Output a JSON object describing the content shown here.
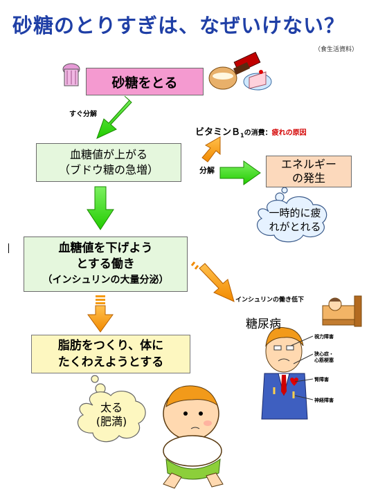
{
  "title": "砂糖のとりすぎは、なぜいけない？",
  "source": "（食生活資料）",
  "boxes": {
    "sugar": "砂糖をとる",
    "glucose_line1": "血糖値が上がる",
    "glucose_line2": "（ブドウ糖の急増）",
    "energy_line1": "エネルギー",
    "energy_line2": "の発生",
    "insulin_line1": "血糖値を下げよう",
    "insulin_line2": "とする働き",
    "insulin_line3": "（インシュリンの大量分泌）",
    "fat_line1": "脂肪をつくり、体に",
    "fat_line2": "たくわえようとする"
  },
  "labels": {
    "quick_decompose": "すぐ分解",
    "decompose": "分解",
    "vitamin_prefix": "ビタミンＢ",
    "vitamin_sub": "1",
    "vitamin_mid": "の消費：",
    "vitamin_red": "疲れの原因",
    "insulin_decline": "インシュリンの働き低下",
    "diabetes": "糖尿病"
  },
  "clouds": {
    "fatigue_line1": "一時的に疲",
    "fatigue_line2": "れがとれる",
    "obesity_line1": "太る",
    "obesity_line2": "(肥満)"
  },
  "symptoms": {
    "vision": "視力障害",
    "heart_line1": "狭心症・",
    "heart_line2": "心筋梗塞",
    "kidney": "腎障害",
    "nerve": "神経障害"
  },
  "colors": {
    "title": "#1f3fa6",
    "green_arrow": "#33dd00",
    "orange_arrow": "#ff9900",
    "vitamin_red": "#d40000"
  }
}
